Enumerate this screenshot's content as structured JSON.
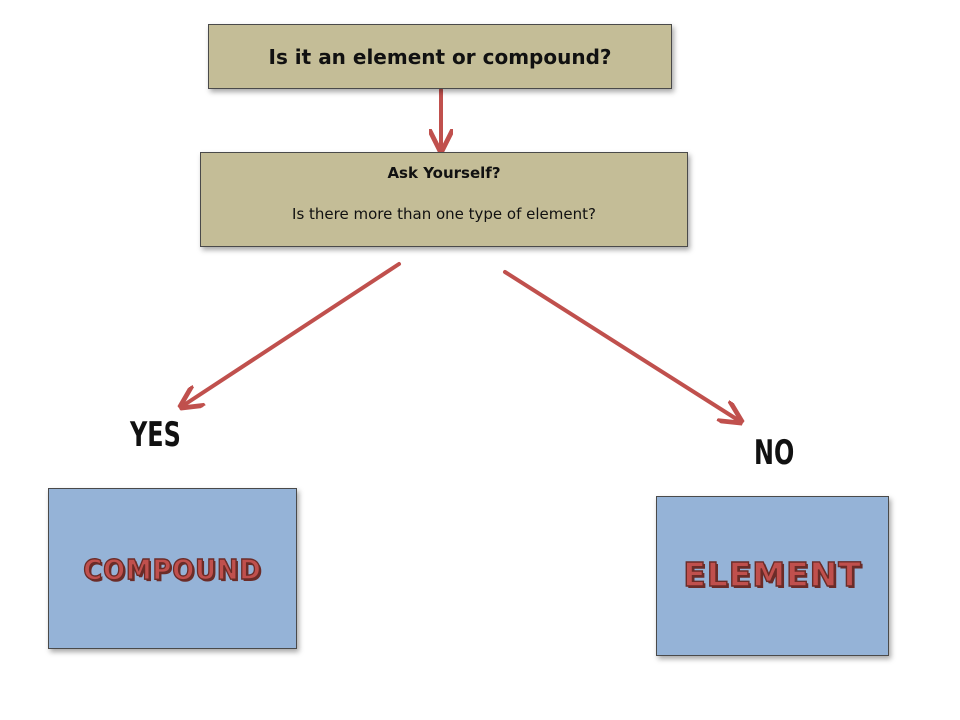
{
  "title": "Is it an element or compound?",
  "ask": {
    "heading": "Ask Yourself?",
    "question": "Is there more than one type of element?"
  },
  "answers": {
    "yes_label": "YES",
    "no_label": "NO"
  },
  "results": {
    "compound": "COMPOUND",
    "element": "ELEMENT"
  },
  "colors": {
    "question_box_fill": "#c4bd97",
    "result_box_fill": "#95b3d7",
    "arrow": "#c0504d",
    "result_text": "#c0504d"
  }
}
